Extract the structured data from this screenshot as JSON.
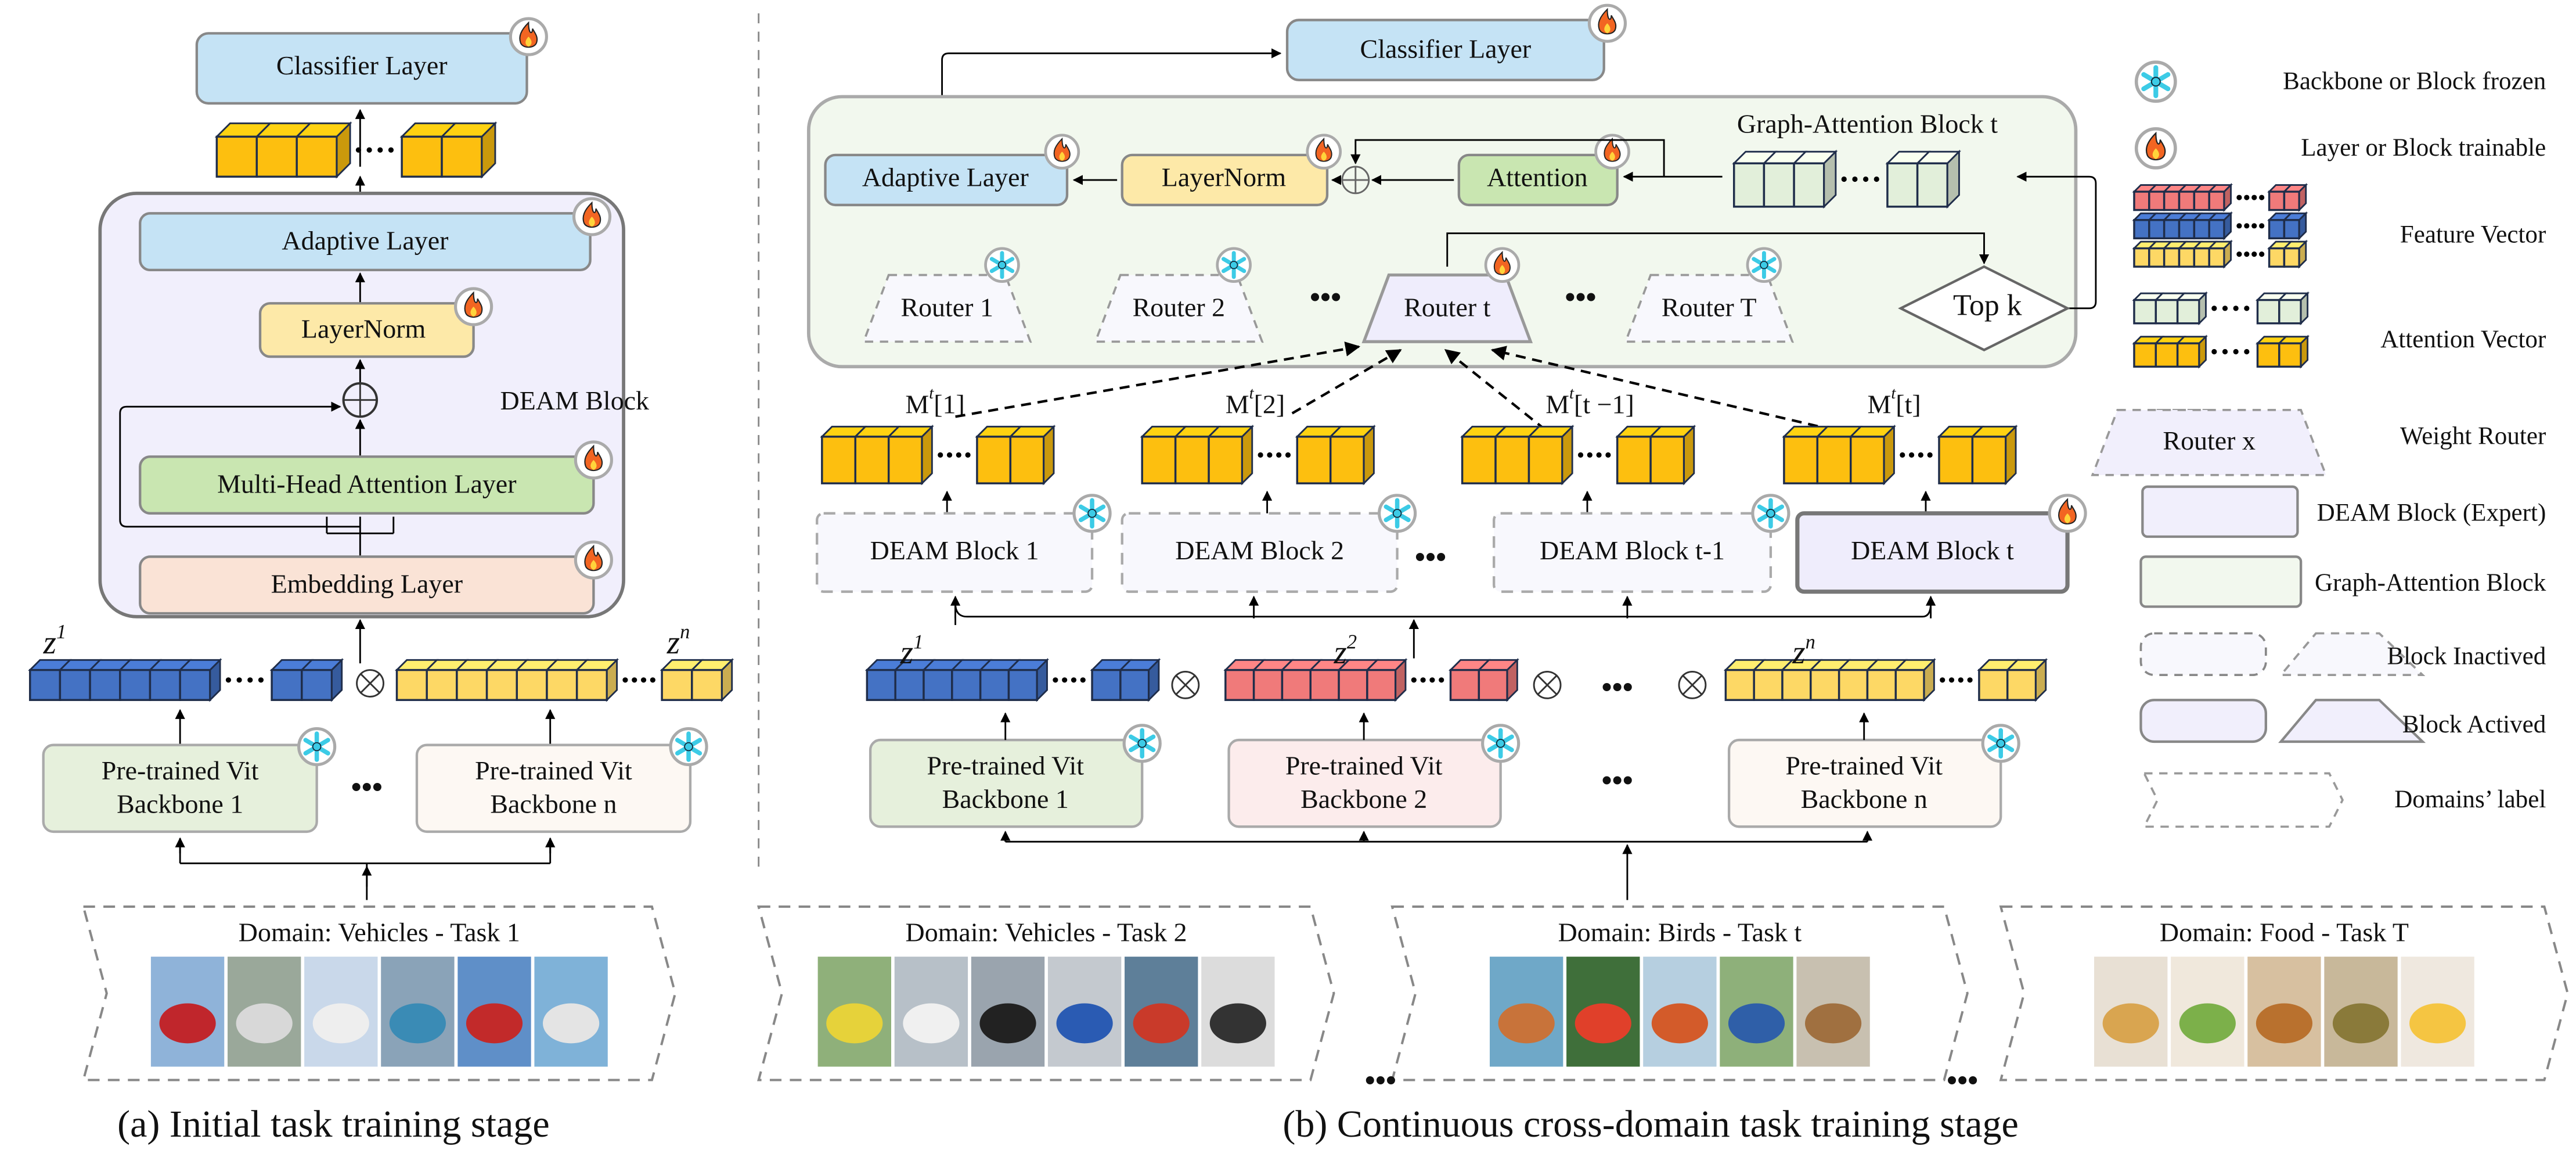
{
  "panel_a": {
    "classifier": "Classifier Layer",
    "adaptive": "Adaptive Layer",
    "layernorm": "LayerNorm",
    "deam_block": "DEAM Block",
    "mha": "Multi-Head Attention Layer",
    "embedding": "Embedding Layer",
    "z1": "z",
    "z1_sup": "1",
    "zn": "z",
    "zn_sup": "n",
    "backbone1": [
      "Pre-trained Vit",
      "Backbone 1"
    ],
    "backbonen": [
      "Pre-trained Vit",
      "Backbone n"
    ],
    "ellipsis": "•••",
    "domain": "Domain: Vehicles - Task 1",
    "caption": "(a) Initial task training stage"
  },
  "panel_b": {
    "classifier": "Classifier Layer",
    "adaptive": "Adaptive Layer",
    "layernorm": "LayerNorm",
    "attention": "Attention",
    "gab_title": "Graph-Attention Block t",
    "routers": [
      "Router 1",
      "Router 2",
      "Router t",
      "Router T"
    ],
    "topk": "Top k",
    "memory_labels": [
      {
        "m": "M",
        "sup": "t",
        "idx": "[1]"
      },
      {
        "m": "M",
        "sup": "t",
        "idx": "[2]"
      },
      {
        "m": "M",
        "sup": "t",
        "idx": "[t −1]"
      },
      {
        "m": "M",
        "sup": "t",
        "idx": "[t]"
      }
    ],
    "deam_blocks": [
      "DEAM Block 1",
      "DEAM Block 2",
      "DEAM Block t-1",
      "DEAM Block t"
    ],
    "z_labels": [
      {
        "z": "z",
        "sup": "1"
      },
      {
        "z": "z",
        "sup": "2"
      },
      {
        "z": "z",
        "sup": "n"
      }
    ],
    "backbones": [
      [
        "Pre-trained Vit",
        "Backbone 1"
      ],
      [
        "Pre-trained Vit",
        "Backbone 2"
      ],
      [
        "Pre-trained Vit",
        "Backbone n"
      ]
    ],
    "ellipsis": "•••",
    "domains": [
      "Domain: Vehicles - Task 2",
      "Domain: Birds - Task t",
      "Domain: Food - Task T"
    ],
    "caption": "(b) Continuous cross-domain task training stage"
  },
  "legend": {
    "frozen": "Backbone or Block frozen",
    "trainable": "Layer or Block trainable",
    "feature_vector": "Feature Vector",
    "attention_vector": "Attention Vector",
    "router_x": "Router x",
    "weight_router": "Weight Router",
    "deam_expert": "DEAM Block (Expert)",
    "gab": "Graph-Attention Block",
    "inactive": "Block Inactived",
    "active": "Block Actived",
    "domains_label": "Domains’ label"
  },
  "colors": {
    "classifier": "#c5e3f5",
    "layernorm": "#fde9a8",
    "attention": "#c9e6b1",
    "embedding": "#fae3d6",
    "deam": "#f1effc",
    "gab": "#f2f8ee",
    "orange_vec": "#fdbf0f",
    "blue_vec": "#4472c4",
    "red_vec": "#f07a7a",
    "yellow_vec": "#fdd865",
    "green_vec": "#e2efda",
    "fire": "#f26522",
    "snow": "#3ccbe6"
  },
  "icons": [
    "fire-icon",
    "snowflake-icon",
    "plus-circle-icon",
    "otimes-icon",
    "arrow-icon"
  ]
}
